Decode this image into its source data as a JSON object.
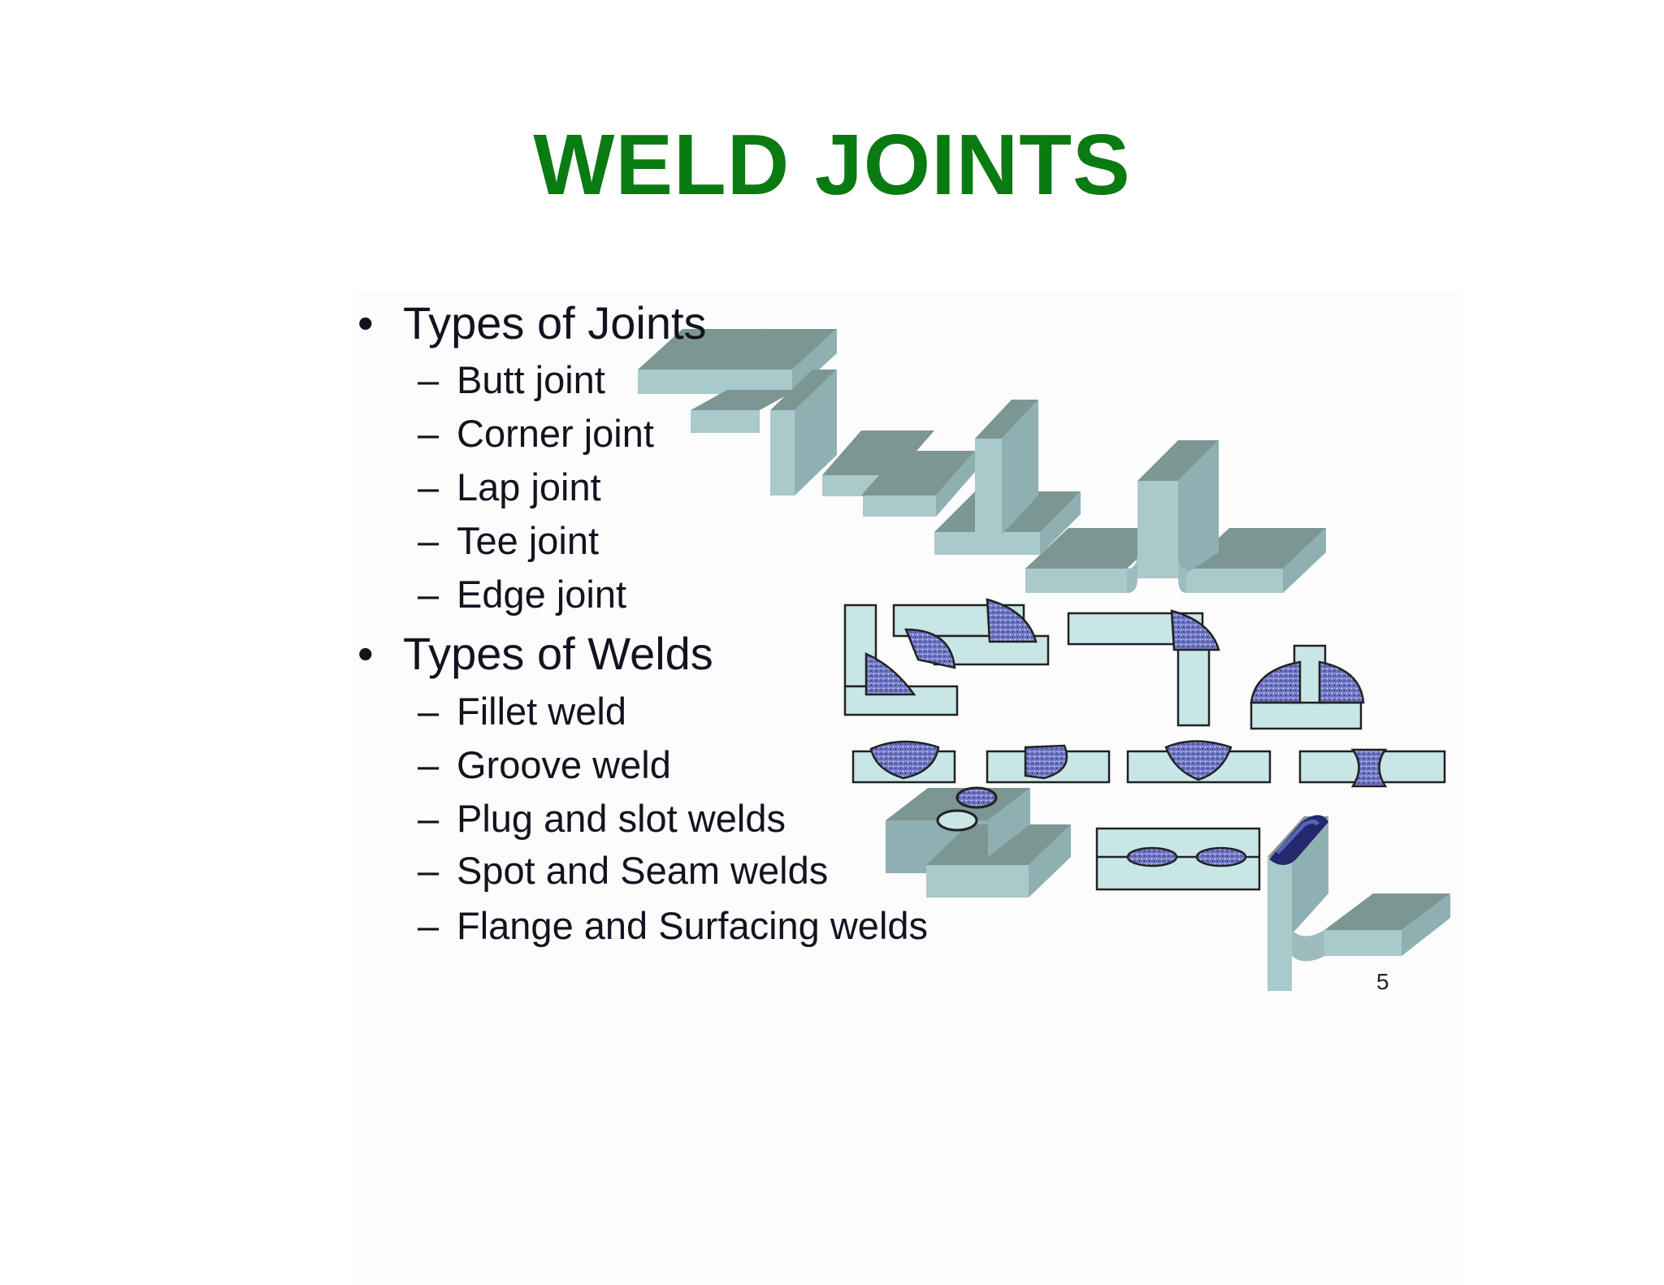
{
  "slide": {
    "title": "WELD JOINTS",
    "page_number": "5",
    "sections": [
      {
        "heading": "Types of Joints",
        "items": [
          "Butt joint",
          "Corner joint",
          "Lap joint",
          "Tee joint",
          "Edge joint"
        ]
      },
      {
        "heading": "Types of Welds",
        "items": [
          "Fillet weld",
          "Groove weld",
          "Plug and slot welds",
          "Spot and Seam welds",
          "Flange and Surfacing welds"
        ]
      }
    ]
  },
  "colors": {
    "title": "#0a7a12",
    "plate_top": "#7c9693",
    "plate_front": "#a9c9cb",
    "plate_side": "#8fb0b2",
    "section_fill": "#c9e6e7",
    "weld_bead": "#5a62b3",
    "weld_dark": "#23286f",
    "text": "#15121f"
  },
  "icons": [
    "butt-joint-icon",
    "corner-joint-icon",
    "lap-joint-icon",
    "tee-joint-icon",
    "edge-joint-icon",
    "fillet-weld-icon",
    "groove-weld-icon",
    "plug-weld-icon",
    "seam-weld-icon",
    "flange-weld-icon"
  ]
}
